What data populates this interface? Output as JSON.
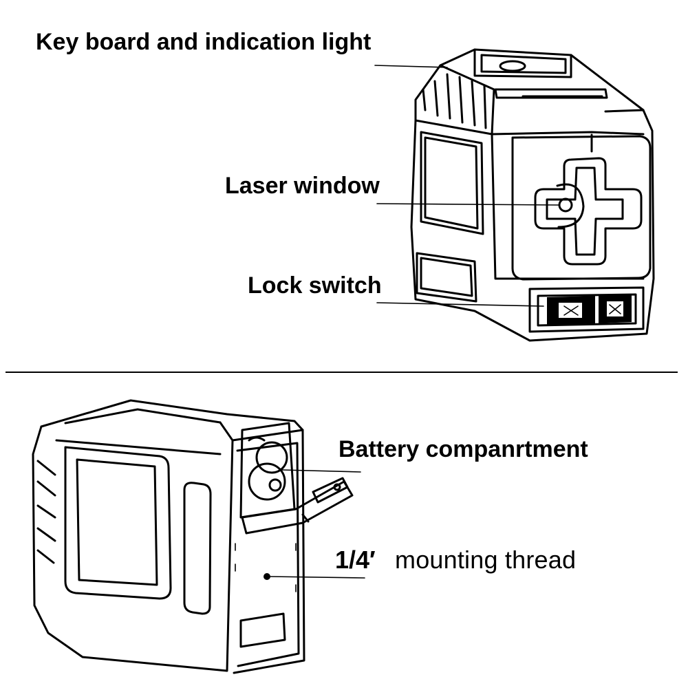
{
  "labels": {
    "keyboard": "Key board and indication light",
    "laser_window": "Laser window",
    "lock_switch": "Lock switch",
    "battery": "Battery companrtment",
    "mounting_prefix": "1/4′",
    "mounting_suffix": "mounting thread"
  }
}
